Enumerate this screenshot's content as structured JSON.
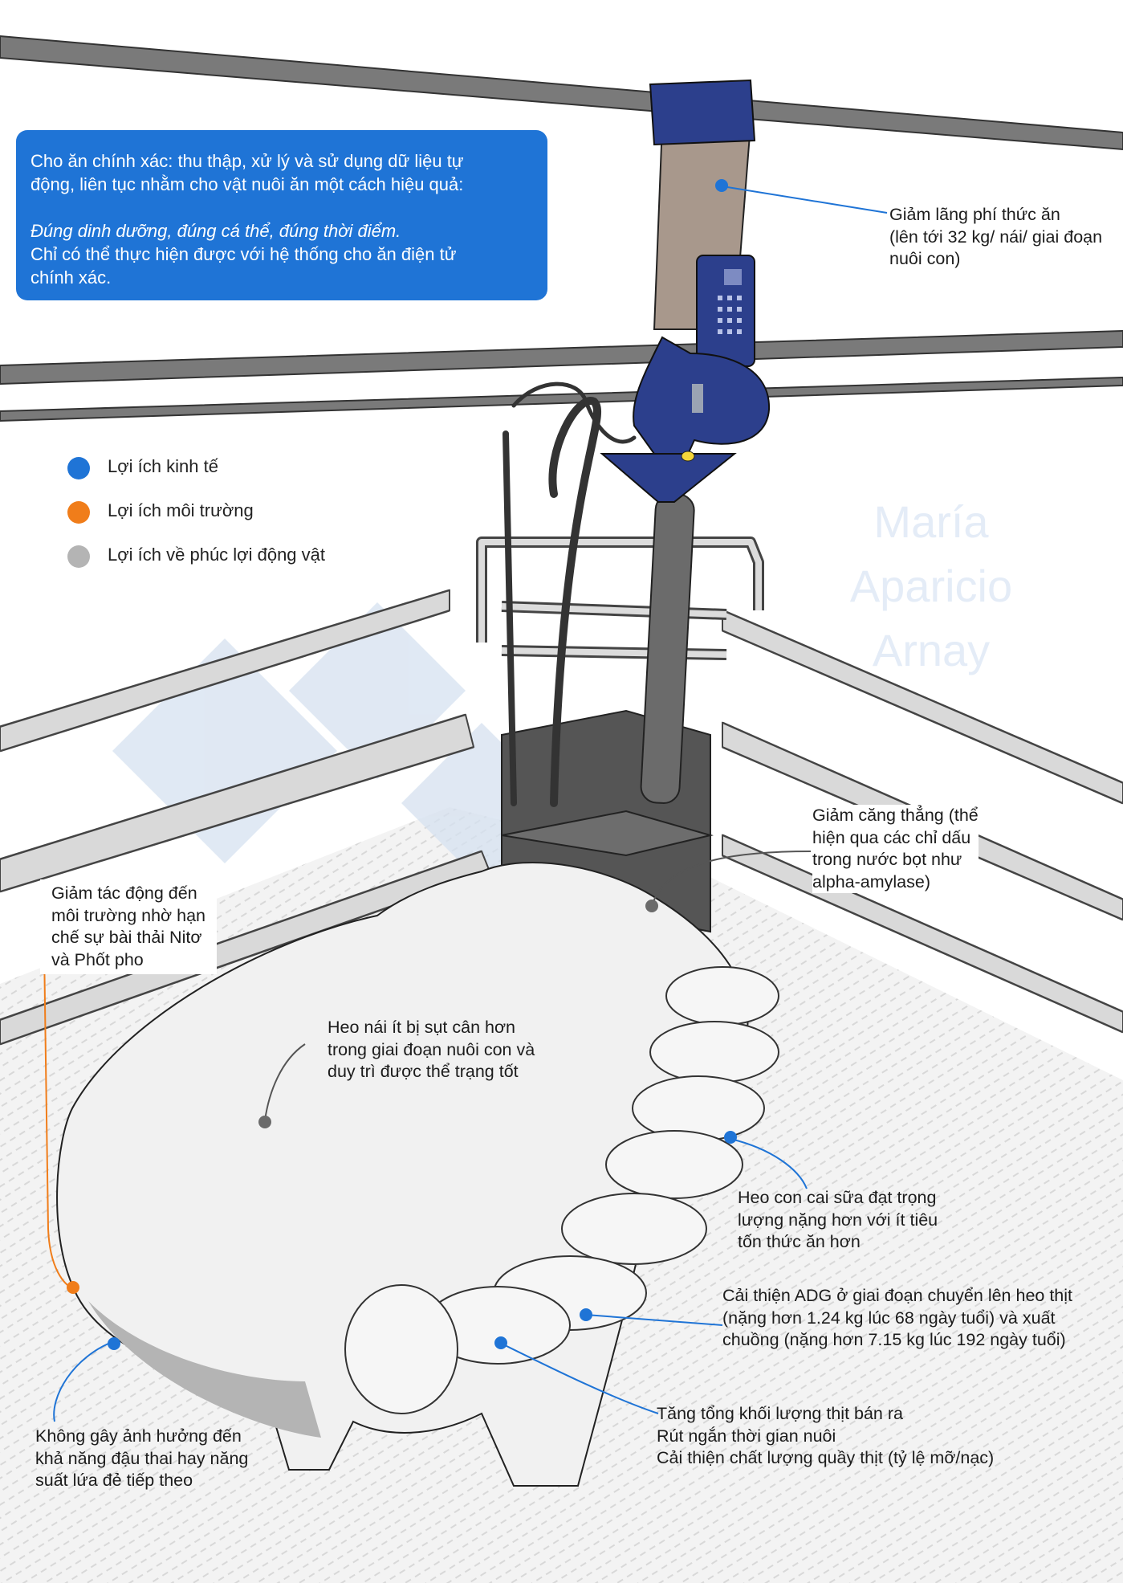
{
  "info_box": {
    "line1": "Cho ăn chính xác: thu thập, xử lý và sử dụng dữ liệu tự",
    "line2": "động, liên tục nhằm cho vật nuôi ăn một cách hiệu quả:",
    "emphasis": "Đúng dinh dưỡng, đúng cá thể, đúng thời điểm.",
    "line3": "Chỉ có thể thực hiện được với hệ thống cho ăn điện tử",
    "line4": "chính xác."
  },
  "legend": [
    {
      "label": "Lợi ích kinh tế",
      "color": "#1f74d6"
    },
    {
      "label": "Lợi ích môi trường",
      "color": "#f07d1a"
    },
    {
      "label": "Lợi ích về phúc lợi động vật",
      "color": "#b4b4b4"
    }
  ],
  "watermark": [
    "María",
    "Aparicio",
    "Arnay"
  ],
  "callouts": {
    "feed_waste": [
      "Giảm lãng phí thức ăn",
      "(lên tới 32 kg/ nái/ giai đoạn",
      "nuôi con)"
    ],
    "stress": [
      "Giảm căng thẳng (thể",
      "hiện qua các chỉ dấu",
      "trong nước bọt như",
      "alpha-amylase)"
    ],
    "environment": [
      "Giảm tác động đến",
      "môi trường nhờ hạn",
      "chế sự bài thải Nitơ",
      "và Phốt pho"
    ],
    "sow_weight": [
      "Heo nái ít bị sụt cân hơn",
      "trong giai đoạn nuôi con và",
      "duy trì được thể trạng tốt"
    ],
    "piglets": [
      "Heo con cai sữa đạt trọng",
      "lượng nặng hơn với ít tiêu",
      "tốn thức ăn hơn"
    ],
    "adg": [
      "Cải thiện ADG ở giai đoạn chuyển lên heo thịt",
      "(nặng hơn 1.24 kg lúc 68 ngày tuổi) và xuất",
      "chuồng (nặng hơn 7.15 kg lúc 192 ngày tuổi)"
    ],
    "meat": [
      "Tăng tổng khối lượng thịt bán ra",
      "Rút ngắn thời gian nuôi",
      "Cải thiện chất lượng quầy thịt (tỷ lệ mỡ/nạc)"
    ],
    "fertility": [
      "Không gây ảnh hưởng đến",
      "khả năng đậu thai hay năng",
      "suất lứa đẻ tiếp theo"
    ]
  },
  "colors": {
    "economic": "#1f74d6",
    "environment": "#f07d1a",
    "welfare": "#b4b4b4",
    "feeder_blue": "#2c3f8c",
    "hopper": "#a8988c",
    "metal": "#6b6b6b"
  }
}
